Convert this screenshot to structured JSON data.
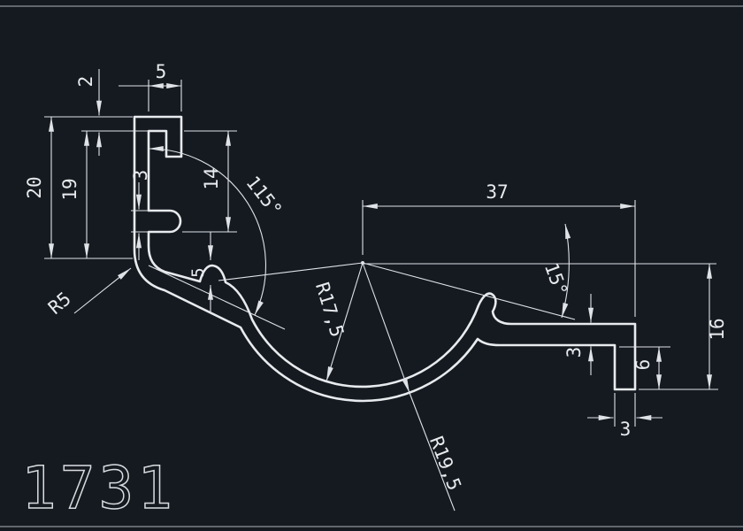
{
  "drawing": {
    "title": "1731",
    "dims": {
      "flange_thickness": "2",
      "flange_width": "5",
      "wall_height_outer": "20",
      "wall_height_inner": "19",
      "channel_slot": "3",
      "channel_depth": "14",
      "slope_angle": "115°",
      "arm_span": "37",
      "bowl_radius_inner": "R17,5",
      "arm_angle": "15°",
      "right_height": "16",
      "arm_thickness": "3",
      "leg_depth": "6",
      "leg_width": "3",
      "corner_radius": "R5",
      "bowl_radius_outer": "R19,5",
      "bead_size": "5"
    }
  },
  "colors": {
    "background": "#151a21",
    "line": "#e8ebee"
  }
}
